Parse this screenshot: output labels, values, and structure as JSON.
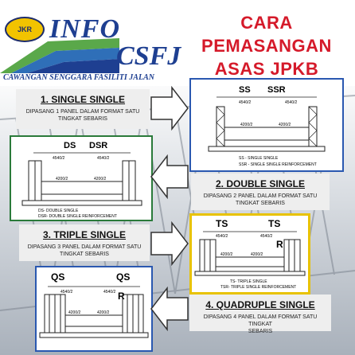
{
  "header": {
    "logo_badge": "JKR",
    "brand_info": "INFO",
    "brand_csfj": "CSFJ",
    "subtitle": "CAWANGAN SENGGARA FASILITI JALAN"
  },
  "title": {
    "line1": "CARA",
    "line2": "PEMASANGAN",
    "line3": "ASAS JPKB"
  },
  "sections": {
    "single": {
      "title": "1. SINGLE SINGLE",
      "desc1": "DIPASANG 1 PANEL DALAM FORMAT SATU",
      "desc2": "TINGKAT SEBARIS"
    },
    "double": {
      "title": "2. DOUBLE SINGLE",
      "desc1": "DIPASANG 2 PANEL DALAM FORMAT SATU",
      "desc2": "TINGKAT SEBARIS"
    },
    "triple": {
      "title": "3. TRIPLE SINGLE",
      "desc1": "DIPASANG 3 PANEL DALAM FORMAT SATU",
      "desc2": "TINGKAT SEBARIS"
    },
    "quadruple": {
      "title": "4. QUADRUPLE SINGLE",
      "desc1": "DIPASANG 4 PANEL DALAM FORMAT SATU TINGKAT",
      "desc2": "SEBARIS"
    }
  },
  "diagrams": {
    "ss": {
      "tag_left": "SS",
      "tag_right": "SSR",
      "dim_a": "4540/2",
      "dim_b": "4540/2",
      "dim_c": "4200/2",
      "dim_d": "4200/2",
      "legend1": "SS - SINGLE SINGLE",
      "legend2": "SSR - SINGLE SINGLE REINFORCEMENT"
    },
    "ds": {
      "tag_left": "DS",
      "tag_right": "DSR",
      "dim_a": "4540/2",
      "dim_b": "4540/2",
      "dim_c": "4200/2",
      "dim_d": "4200/2",
      "legend1": "DS- DOUBLE SINGLE",
      "legend2": "DSR- DOUBLE SINGLE REINFORCEMENT"
    },
    "ts": {
      "tag_left": "TS",
      "tag_right": "TS",
      "mark_r": "R",
      "dim_a": "4540/2",
      "dim_b": "4540/2",
      "dim_c": "4200/2",
      "dim_d": "4200/2",
      "legend1": "TS- TRIPLE SINGLE",
      "legend2": "TSR- TRIPLE SINGLE REINFORCEMENT"
    },
    "qs": {
      "tag_left": "QS",
      "tag_right": "QS",
      "mark_r": "R",
      "dim_a": "4540/2",
      "dim_b": "4540/2",
      "dim_c": "4200/2",
      "dim_d": "4200/2"
    }
  },
  "colors": {
    "title_red": "#d51a2a",
    "brand_blue": "#1e3f91",
    "frame_green": "#2a7a3a",
    "frame_yellow": "#e8c200",
    "frame_blue": "#2a58b0",
    "arrow_fill": "#ffffff"
  }
}
